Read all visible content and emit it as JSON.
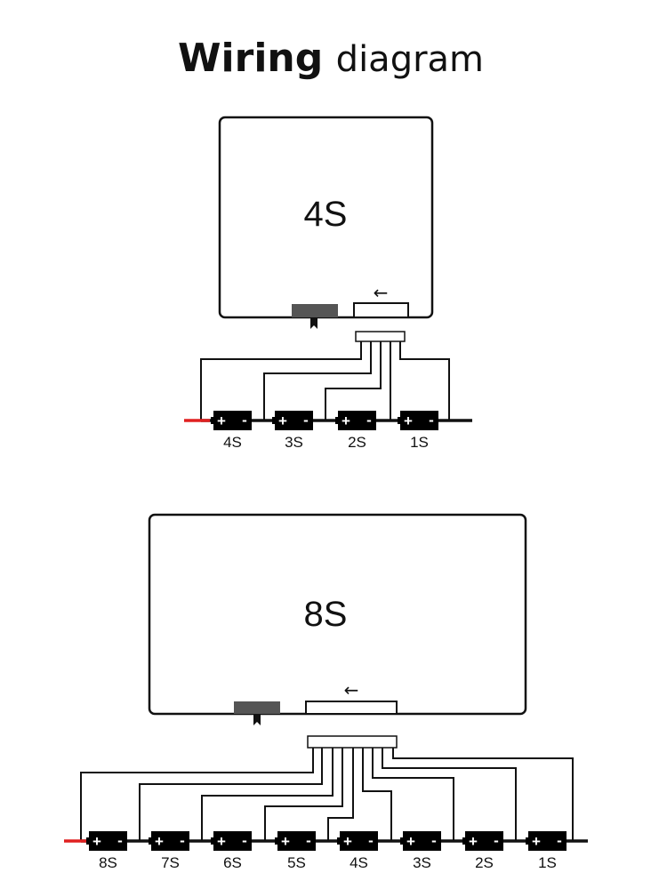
{
  "title": {
    "bold": "Wiring",
    "regular": "diagram"
  },
  "colors": {
    "positive_lead": "#e02020",
    "wire": "#111111",
    "cell": "#000000",
    "switch": "#555555"
  },
  "diagrams": [
    {
      "board_label": "4S",
      "arrow": "←",
      "cells": [
        {
          "label": "4S",
          "plus": "+",
          "minus": "-"
        },
        {
          "label": "3S",
          "plus": "+",
          "minus": "-"
        },
        {
          "label": "2S",
          "plus": "+",
          "minus": "-"
        },
        {
          "label": "1S",
          "plus": "+",
          "minus": "-"
        }
      ]
    },
    {
      "board_label": "8S",
      "arrow": "←",
      "cells": [
        {
          "label": "8S",
          "plus": "+",
          "minus": "-"
        },
        {
          "label": "7S",
          "plus": "+",
          "minus": "-"
        },
        {
          "label": "6S",
          "plus": "+",
          "minus": "-"
        },
        {
          "label": "5S",
          "plus": "+",
          "minus": "-"
        },
        {
          "label": "4S",
          "plus": "+",
          "minus": "-"
        },
        {
          "label": "3S",
          "plus": "+",
          "minus": "-"
        },
        {
          "label": "2S",
          "plus": "+",
          "minus": "-"
        },
        {
          "label": "1S",
          "plus": "+",
          "minus": "-"
        }
      ]
    }
  ]
}
